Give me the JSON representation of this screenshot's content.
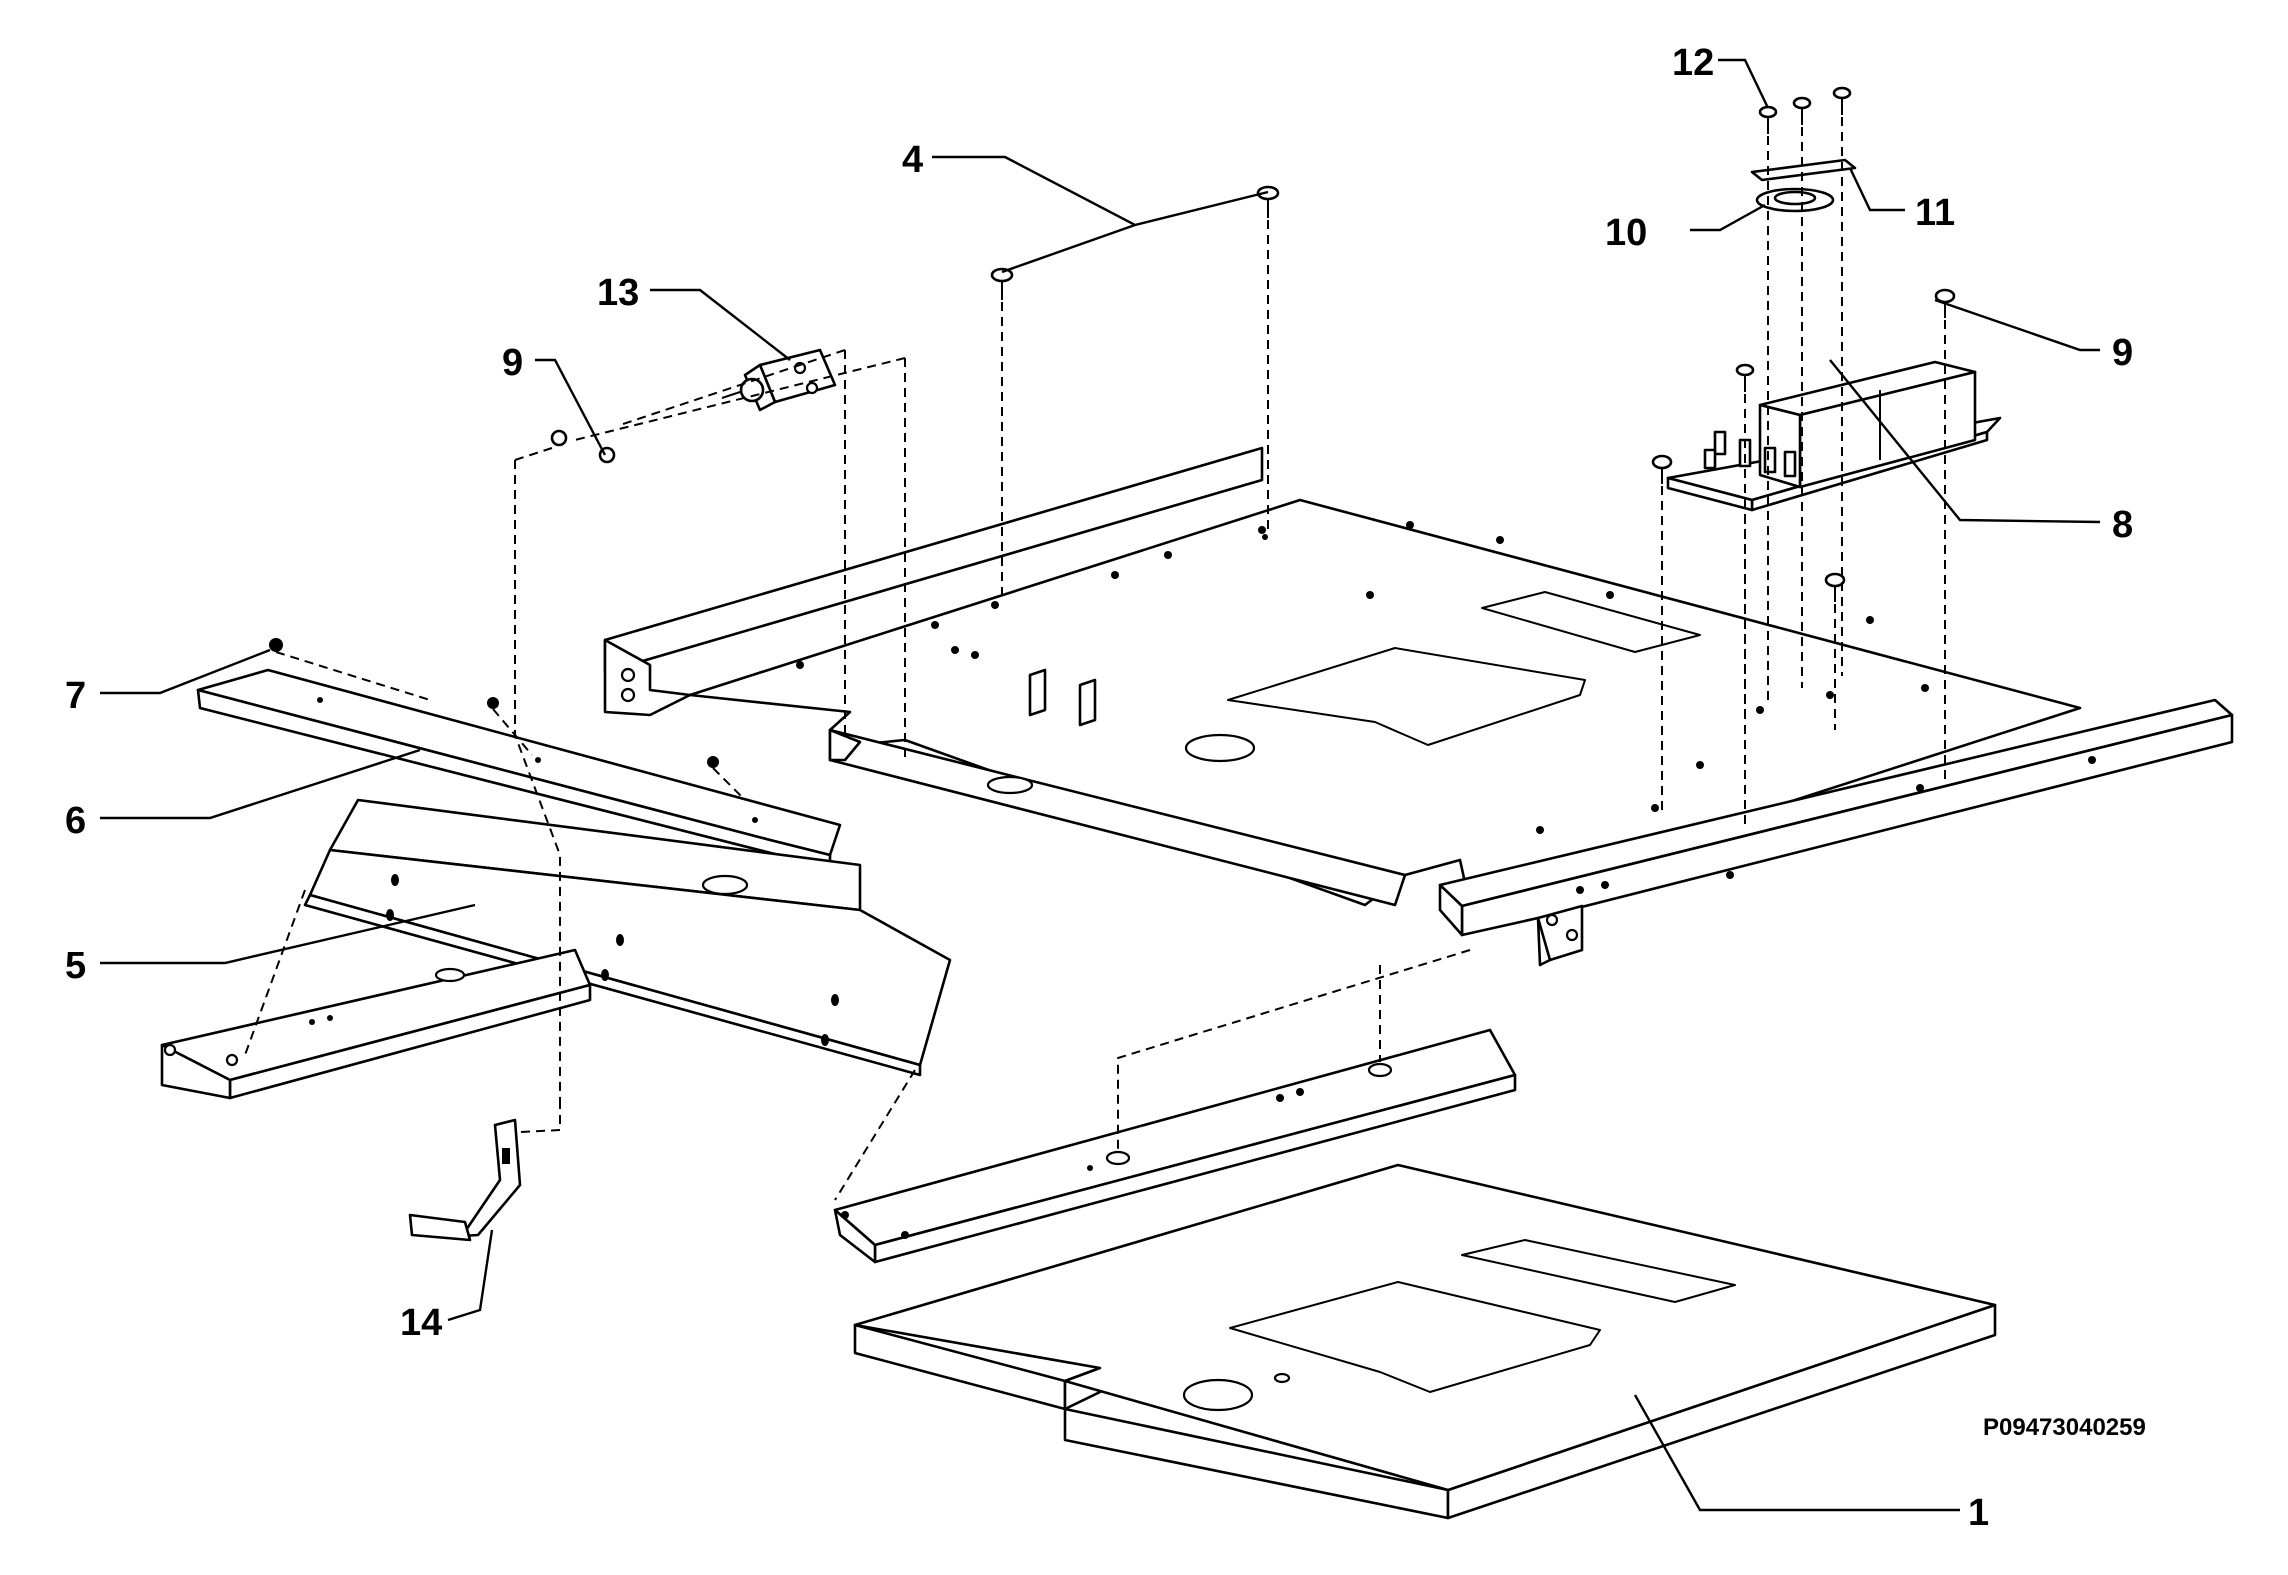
{
  "diagram": {
    "drawing_code": "P09473040259",
    "callouts": {
      "c1": "1",
      "c4": "4",
      "c5": "5",
      "c6": "6",
      "c7": "7",
      "c8": "8",
      "c9a": "9",
      "c9b": "9",
      "c10": "10",
      "c11": "11",
      "c12": "12",
      "c13": "13",
      "c14": "14"
    }
  }
}
